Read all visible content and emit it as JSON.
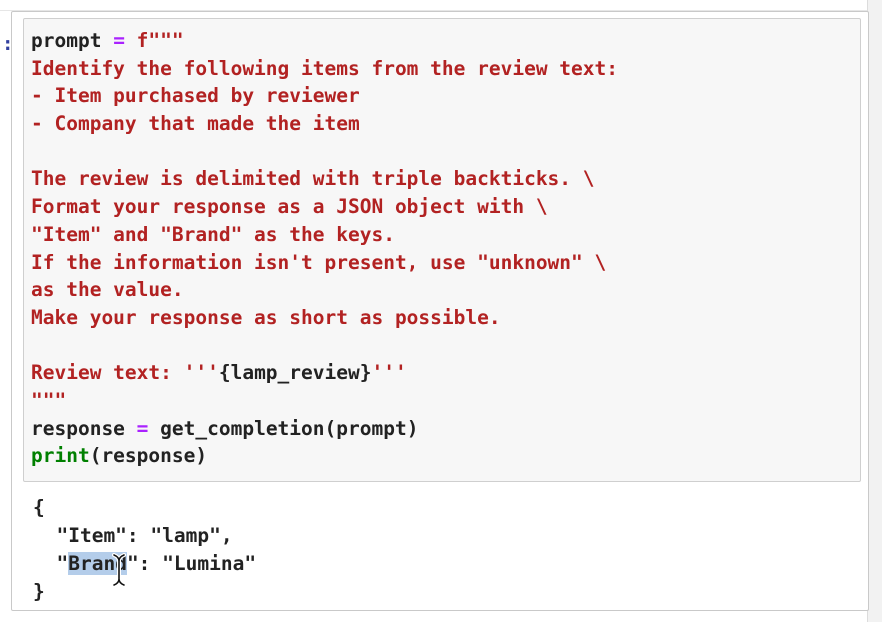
{
  "cell": {
    "prompt_marker": ":",
    "input_lines": [
      [
        {
          "t": "prompt ",
          "c": ""
        },
        {
          "t": "=",
          "c": "op"
        },
        {
          "t": " f\"\"\"",
          "c": "str"
        }
      ],
      [
        {
          "t": "Identify the following items from the review text:",
          "c": "str"
        }
      ],
      [
        {
          "t": "- Item purchased by reviewer",
          "c": "str"
        }
      ],
      [
        {
          "t": "- Company that made the item",
          "c": "str"
        }
      ],
      [
        {
          "t": "",
          "c": ""
        }
      ],
      [
        {
          "t": "The review is delimited with triple backticks. \\",
          "c": "str"
        }
      ],
      [
        {
          "t": "Format your response as a JSON object with \\",
          "c": "str"
        }
      ],
      [
        {
          "t": "\"Item\" and \"Brand\" as the keys.",
          "c": "str"
        }
      ],
      [
        {
          "t": "If the information isn't present, use \"unknown\" \\",
          "c": "str"
        }
      ],
      [
        {
          "t": "as the value.",
          "c": "str"
        }
      ],
      [
        {
          "t": "Make your response as short as possible.",
          "c": "str"
        }
      ],
      [
        {
          "t": "",
          "c": ""
        }
      ],
      [
        {
          "t": "Review text: '''",
          "c": "str"
        },
        {
          "t": "{lamp_review}",
          "c": ""
        },
        {
          "t": "'''",
          "c": "str"
        }
      ],
      [
        {
          "t": "\"\"\"",
          "c": "str"
        }
      ],
      [
        {
          "t": "response ",
          "c": ""
        },
        {
          "t": "=",
          "c": "op"
        },
        {
          "t": " get_completion(prompt)",
          "c": ""
        }
      ],
      [
        {
          "t": "print",
          "c": "kw"
        },
        {
          "t": "(response)",
          "c": ""
        }
      ]
    ],
    "output_lines": [
      [
        {
          "t": "{",
          "s": false
        }
      ],
      [
        {
          "t": "  \"Item\": \"lamp\",",
          "s": false
        }
      ],
      [
        {
          "t": "  \"",
          "s": false
        },
        {
          "t": "Brand",
          "s": true
        },
        {
          "t": "\": \"Lumina\"",
          "s": false
        }
      ],
      [
        {
          "t": "}",
          "s": false
        }
      ]
    ]
  }
}
